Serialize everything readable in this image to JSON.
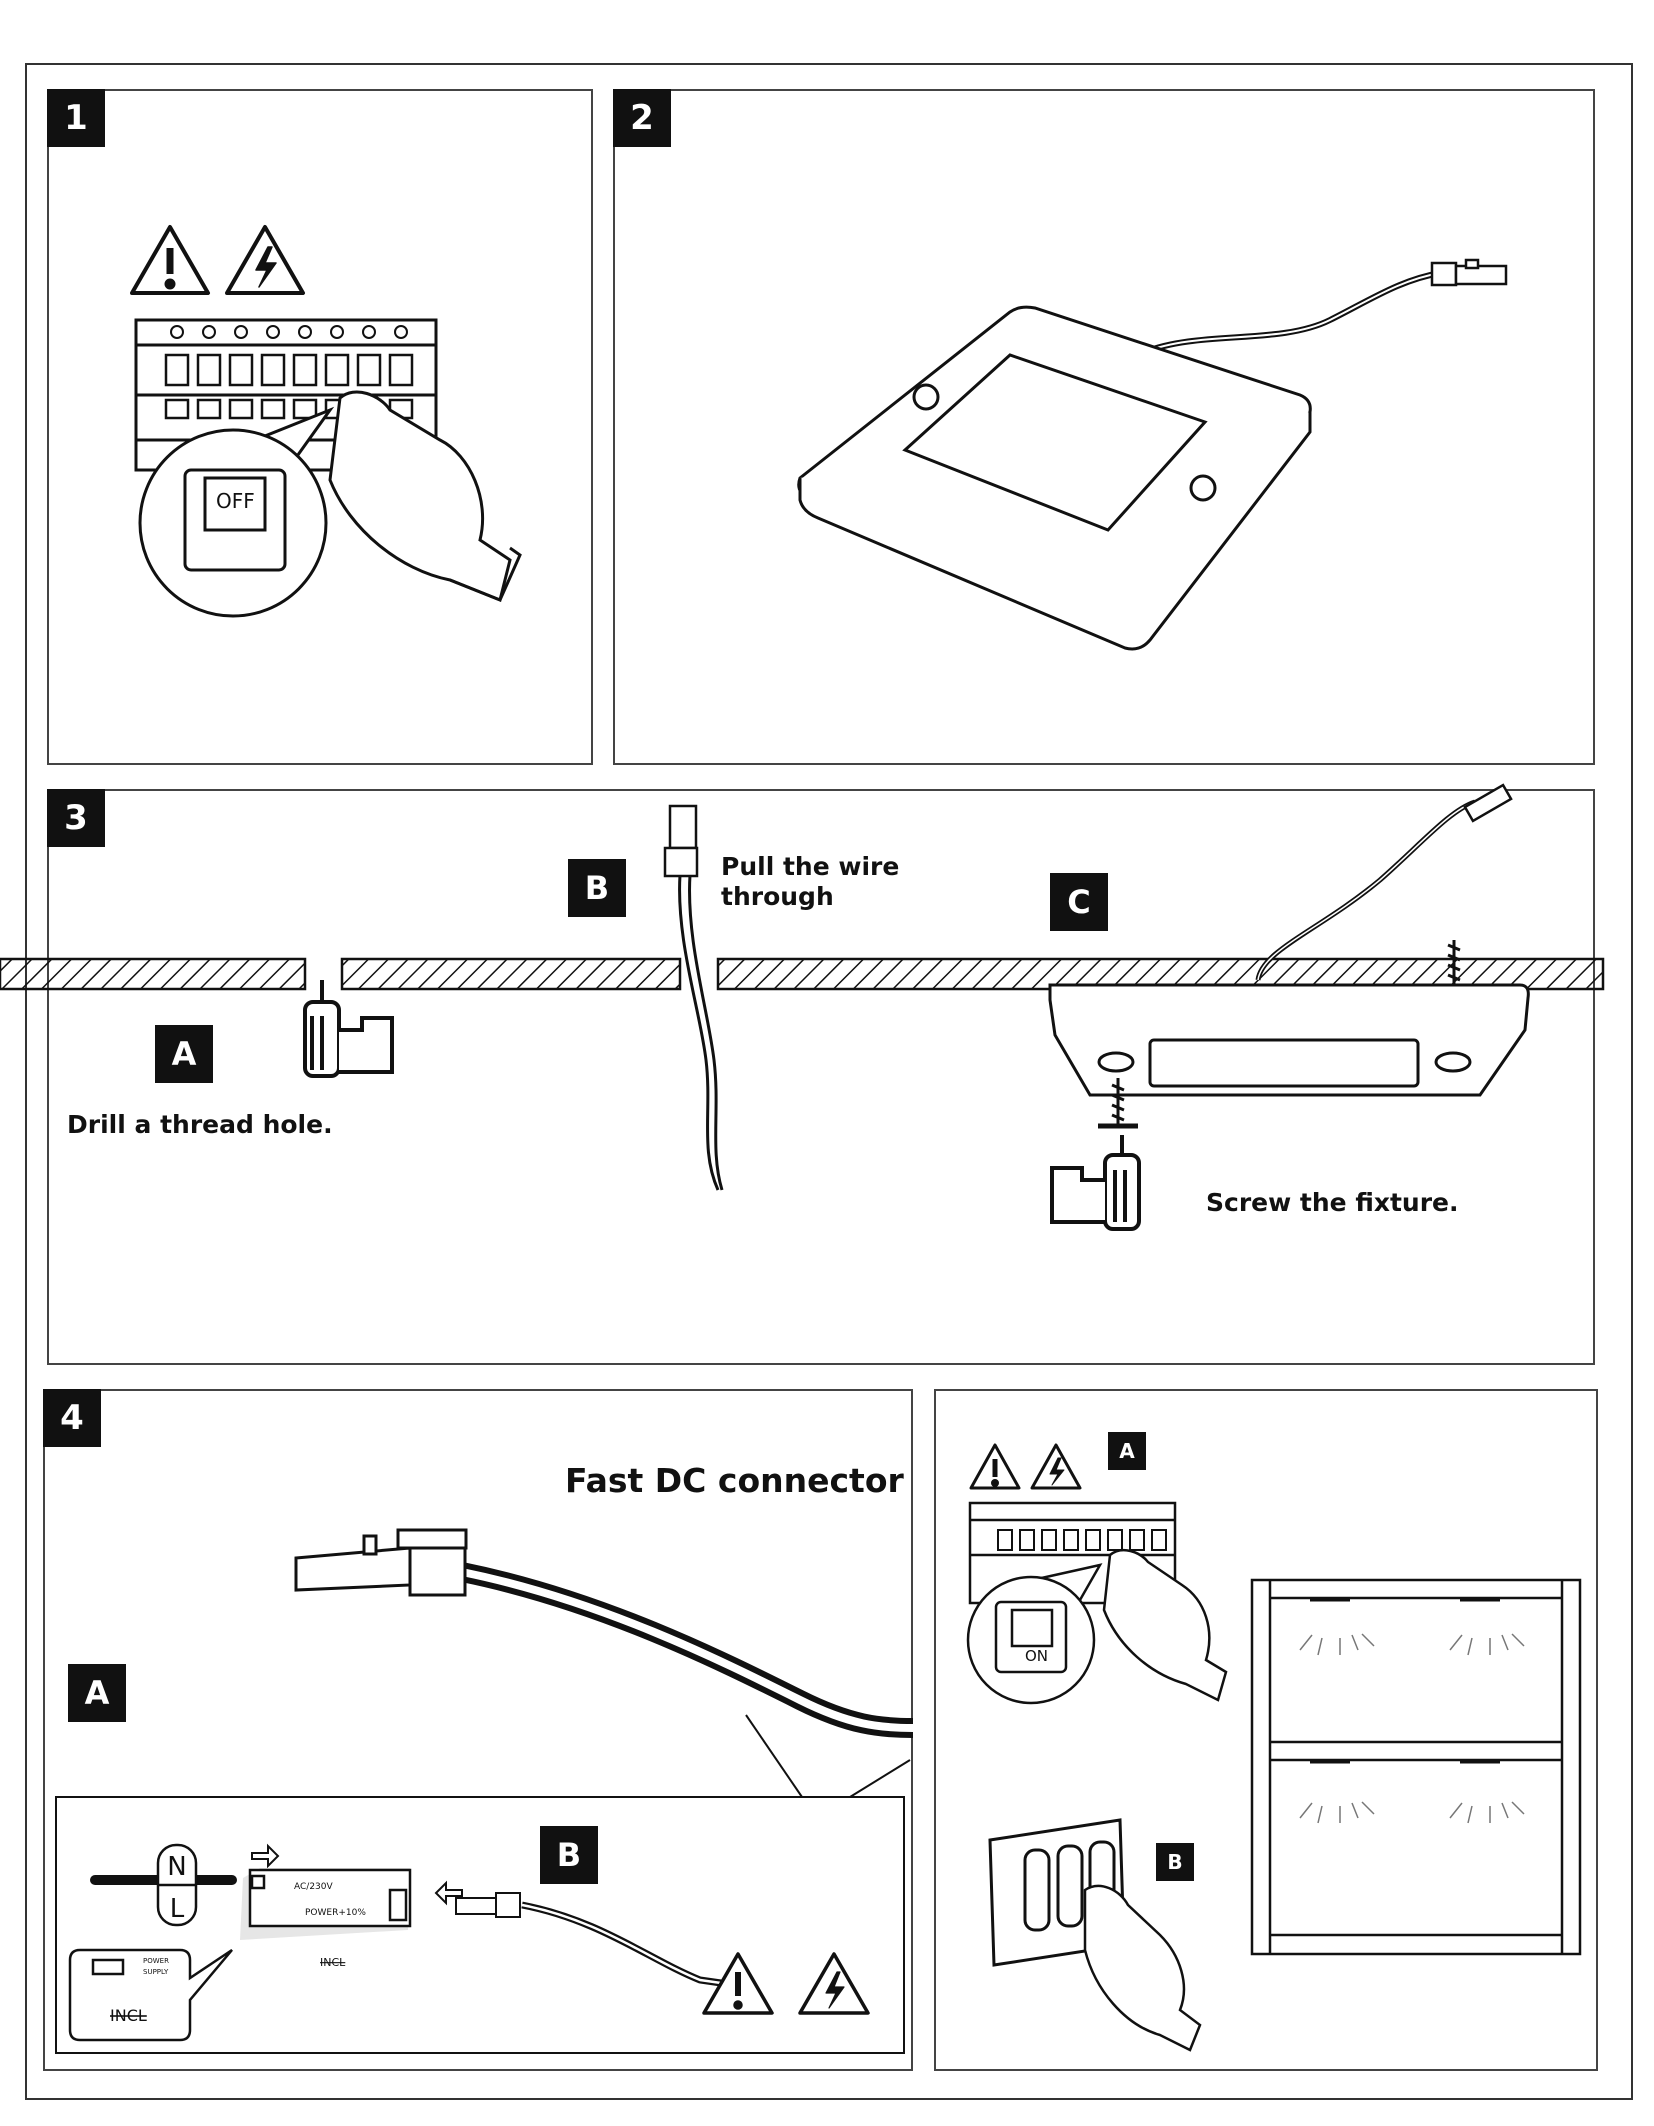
{
  "steps": {
    "step1": {
      "number": "1",
      "switch_label": "OFF"
    },
    "step2": {
      "number": "2"
    },
    "step3": {
      "number": "3",
      "a_label": "A",
      "a_caption": "Drill a thread hole.",
      "b_label": "B",
      "b_caption_line1": "Pull the wire",
      "b_caption_line2": "through",
      "c_label": "C",
      "c_caption": "Screw the fixture."
    },
    "step4": {
      "number": "4",
      "connector_title": "Fast DC connector",
      "a_label": "A",
      "b_label": "B",
      "terminal_n": "N",
      "terminal_l": "L",
      "driver_voltage": "AC/230V",
      "driver_power": "POWER+10%",
      "driver_incl": "INCL",
      "power_supply_line1": "POWER",
      "power_supply_line2": "SUPPLY",
      "power_supply_incl": "INCL"
    },
    "step5": {
      "a_label": "A",
      "b_label": "B",
      "switch_label": "ON"
    }
  },
  "icons": [
    "warning-icon",
    "high-voltage-icon",
    "drill-icon",
    "screw-icon",
    "hand-icon",
    "connector-icon"
  ]
}
